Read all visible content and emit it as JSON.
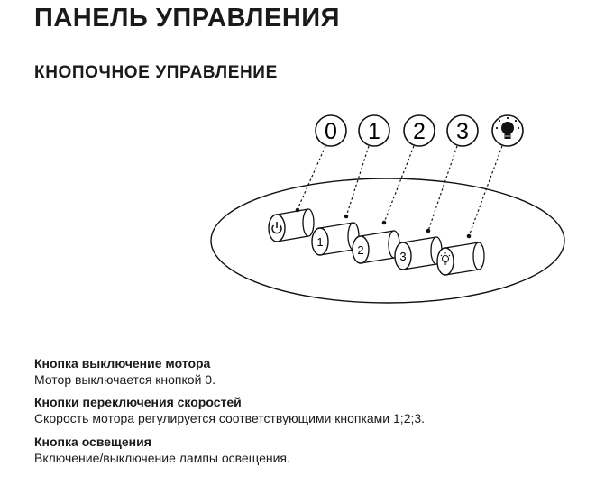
{
  "title": "ПАНЕЛЬ УПРАВЛЕНИЯ",
  "section": "КНОПОЧНОЕ УПРАВЛЕНИЕ",
  "diagram": {
    "callouts": [
      {
        "key": "0",
        "kind": "digit"
      },
      {
        "key": "1",
        "kind": "digit"
      },
      {
        "key": "2",
        "kind": "digit"
      },
      {
        "key": "3",
        "kind": "digit"
      },
      {
        "key": "light",
        "kind": "icon",
        "icon": "light-bulb-icon"
      }
    ],
    "buttons": [
      {
        "key": "power",
        "icon": "power-icon"
      },
      {
        "key": "1"
      },
      {
        "key": "2"
      },
      {
        "key": "3"
      },
      {
        "key": "light",
        "icon": "light-bulb-icon"
      }
    ]
  },
  "descriptions": [
    {
      "heading": "Кнопка выключение мотора",
      "text": "Мотор выключается кнопкой 0."
    },
    {
      "heading": "Кнопки переключения скоростей",
      "text": "Скорость мотора регулируется соответствующими кнопками 1;2;3."
    },
    {
      "heading": "Кнопка освещения",
      "text": "Включение/выключение лампы освещения."
    }
  ]
}
